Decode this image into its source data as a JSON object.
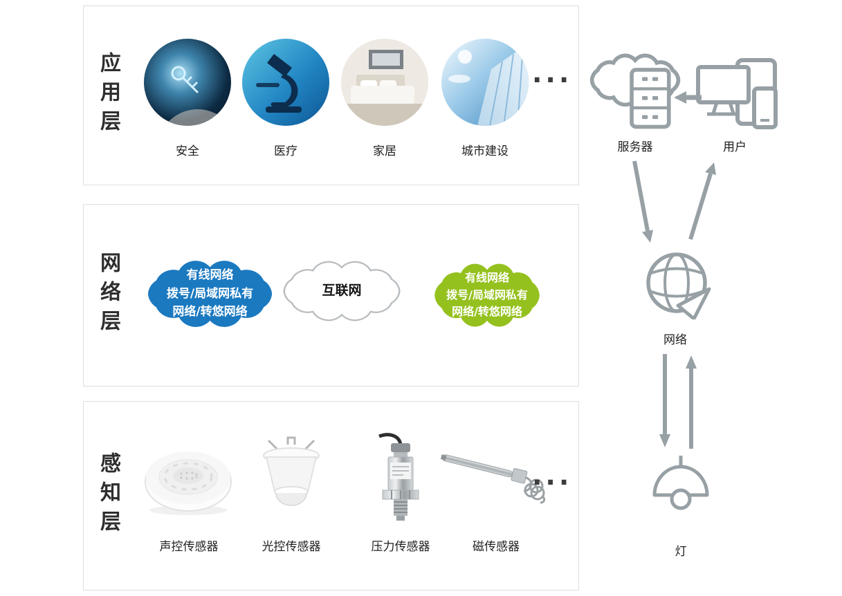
{
  "layers": {
    "application": {
      "label": "应用层",
      "items": [
        {
          "label": "安全",
          "icon": "security-key-photo"
        },
        {
          "label": "医疗",
          "icon": "medical-microscope-photo"
        },
        {
          "label": "家居",
          "icon": "home-bedroom-photo"
        },
        {
          "label": "城市建设",
          "icon": "city-building-photo"
        }
      ],
      "ellipsis": "..."
    },
    "network": {
      "label": "网络层",
      "left_cloud": {
        "lines": [
          "有线网络",
          "拨号/局域网私有",
          "网络/转悠网络"
        ],
        "color": "#1b79c0"
      },
      "center_cloud": {
        "label": "互联网"
      },
      "right_cloud": {
        "lines": [
          "有线网络",
          "拨号/局域网私有",
          "网络/转悠网络"
        ],
        "color": "#95c11f"
      }
    },
    "perception": {
      "label": "感知层",
      "items": [
        {
          "label": "声控传感器",
          "icon": "sound-sensor-photo"
        },
        {
          "label": "光控传感器",
          "icon": "light-sensor-photo"
        },
        {
          "label": "压力传感器",
          "icon": "pressure-sensor-photo"
        },
        {
          "label": "磁传感器",
          "icon": "magnetic-sensor-photo"
        }
      ],
      "ellipsis": "..."
    }
  },
  "right_flow": {
    "server": {
      "label": "服务器",
      "icon": "cloud-server-icon"
    },
    "user": {
      "label": "用户",
      "icon": "user-devices-icon"
    },
    "network": {
      "label": "网络",
      "icon": "globe-network-icon"
    },
    "lamp": {
      "label": "灯",
      "icon": "pendant-lamp-icon"
    }
  },
  "colors": {
    "blue_cloud": "#1b79c0",
    "green_cloud": "#95c11f",
    "icon_gray": "#97a0a4",
    "box_border": "#dedede"
  }
}
